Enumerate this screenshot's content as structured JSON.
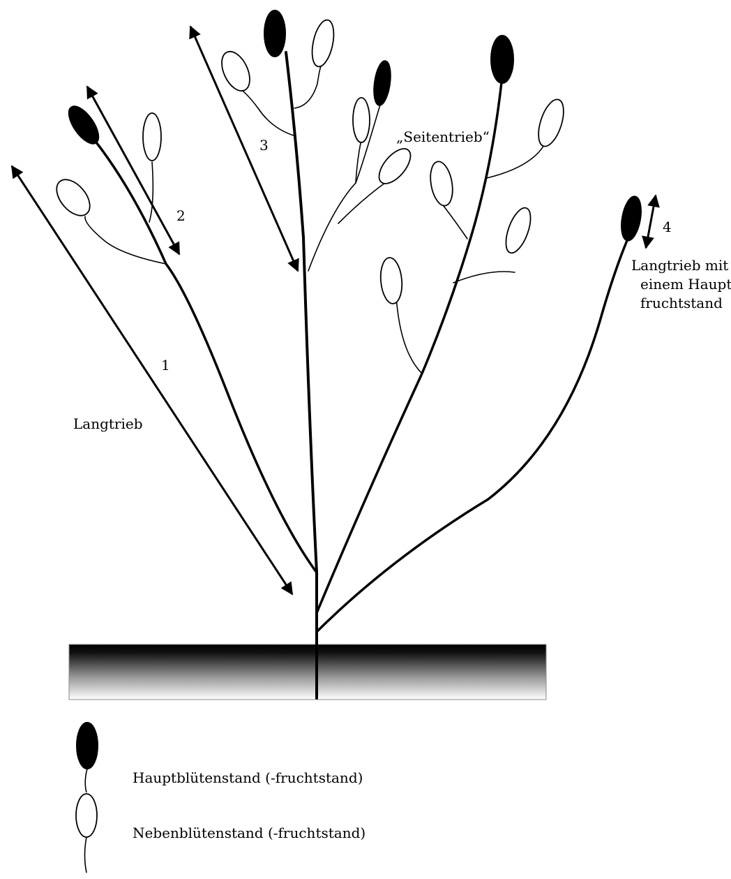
{
  "labels": {
    "langtrieb": "Langtrieb",
    "seitentrieb": "„Seitentrieb“",
    "langtrieb_haupt_line1": "Langtrieb mit",
    "langtrieb_haupt_line2": "einem Haupt-",
    "langtrieb_haupt_line3": "fruchtstand",
    "num1": "1",
    "num2": "2",
    "num3": "3",
    "num4": "4"
  },
  "legend": {
    "haupt": "Hauptblütenstand (-fruchtstand)",
    "neben": "Nebenblütenstand (-fruchtstand)"
  },
  "colors": {
    "ink": "#000000",
    "background": "#ffffff",
    "soil_top": "#000000",
    "soil_bottom": "#ffffff"
  }
}
